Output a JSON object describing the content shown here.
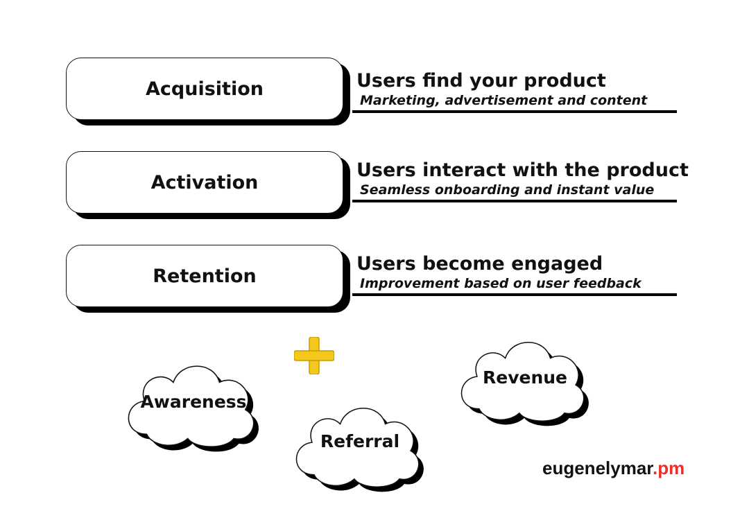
{
  "stages": [
    {
      "label": "Acquisition",
      "title": "Users find your product",
      "subtitle": "Marketing, advertisement and content"
    },
    {
      "label": "Activation",
      "title": "Users interact with the product",
      "subtitle": "Seamless onboarding and instant value"
    },
    {
      "label": "Retention",
      "title": "Users become engaged",
      "subtitle": "Improvement based on user feedback"
    }
  ],
  "clouds": {
    "awareness": "Awareness",
    "referral": "Referral",
    "revenue": "Revenue"
  },
  "plus_icon": "plus-icon",
  "colors": {
    "plus": "#f2c81c",
    "brand_main": "#111111",
    "brand_accent": "#e8322b"
  },
  "brand": {
    "main": "eugenelymar",
    "accent": ".pm"
  }
}
